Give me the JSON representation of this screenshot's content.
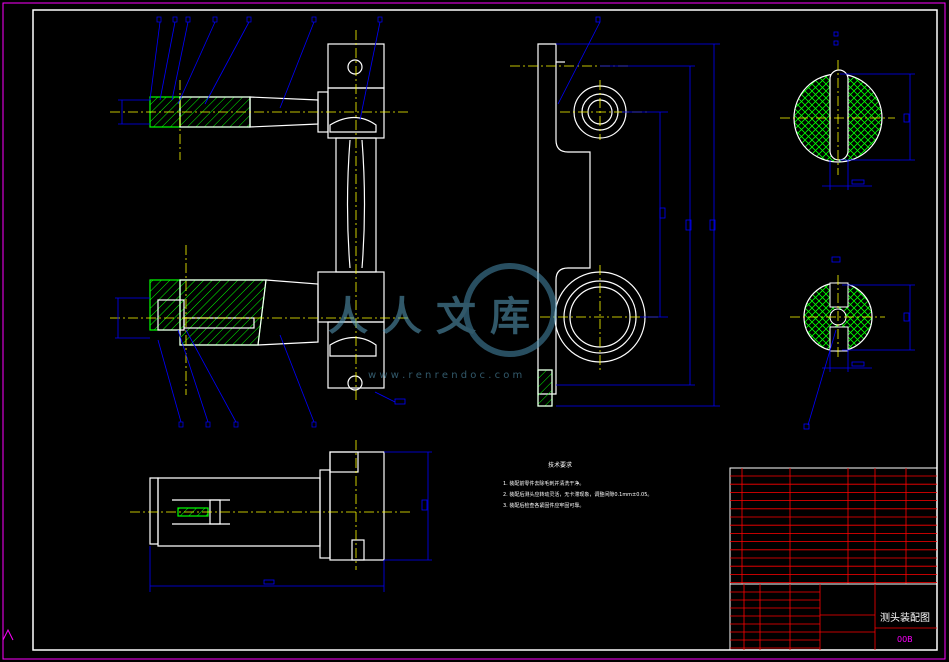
{
  "drawing": {
    "title": "测头装配图",
    "drawing_number": "00B",
    "watermark_text": "人人文库",
    "watermark_url": "w w w . r e n r e n d o c . c o m",
    "notes_heading": "技术要求",
    "notes": [
      "1. 装配前零件去除毛刺并清洗干净。",
      "2. 装配后测头应转动灵活，无卡滞现象，调整间隙0.1mm±0.05。",
      "3. 装配后检查各紧固件应牢固可靠。"
    ]
  },
  "colors": {
    "background": "#000000",
    "outline": "#ffffff",
    "centerline": "#ffff00",
    "dimension": "#0000ff",
    "hatch": "#00ff00",
    "border": "#ff00ff",
    "table": "#ff0000"
  }
}
